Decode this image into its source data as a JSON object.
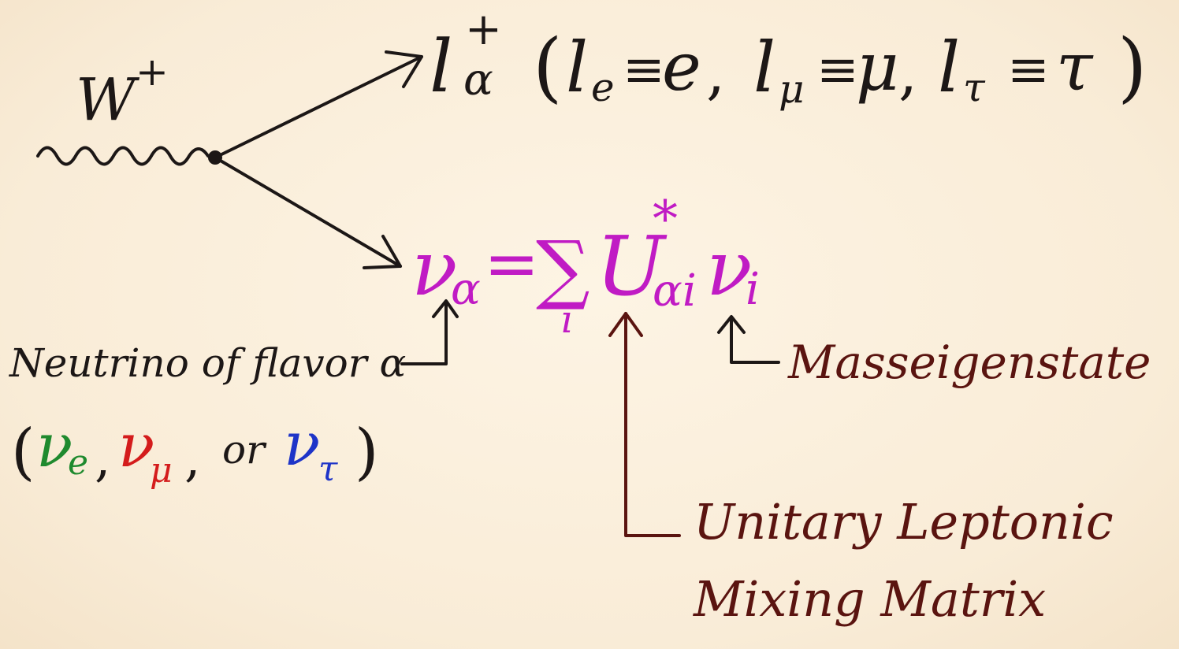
{
  "colors": {
    "background": "#fbf0de",
    "ink_dark": "#1c1716",
    "ink_maroon": "#5a1410",
    "ink_magenta": "#c01bc4",
    "flavor_e": "#1f8a2e",
    "flavor_mu": "#d41c1c",
    "flavor_tau": "#1e34c8"
  },
  "boson": {
    "label": "W",
    "charge": "+"
  },
  "lepton": {
    "symbol": "l",
    "charge": "+",
    "index": "α",
    "open_paren": "(",
    "close_paren": ")",
    "definitions": [
      {
        "symbol": "l",
        "sub": "e",
        "equiv": "≡",
        "value": "e",
        "sep": ","
      },
      {
        "symbol": "l",
        "sub": "μ",
        "equiv": "≡",
        "value": "μ",
        "sep": ","
      },
      {
        "symbol": "l",
        "sub": "τ",
        "equiv": "≡",
        "value": "τ",
        "sep": ""
      }
    ]
  },
  "equation": {
    "lhs_symbol": "ν",
    "lhs_sub": "α",
    "equals": "=",
    "sum": "∑",
    "sum_index": "i",
    "matrix_symbol": "U",
    "matrix_sup": "*",
    "matrix_sub": "αi",
    "state_symbol": "ν",
    "state_sub": "i"
  },
  "annotations": {
    "neutrino_flavor": "Neutrino of flavor α",
    "mass_eigenstate": "Masseigenstate",
    "mixing_matrix_line1": "Unitary Leptonic",
    "mixing_matrix_line2": "Mixing Matrix"
  },
  "flavor_list": {
    "open_paren": "(",
    "close_paren": ")",
    "nu_e": "ν",
    "nu_e_sub": "e",
    "sep1": ",",
    "nu_mu": "ν",
    "nu_mu_sub": "μ",
    "sep2": ",",
    "or_word": "or",
    "nu_tau": "ν",
    "nu_tau_sub": "τ"
  }
}
